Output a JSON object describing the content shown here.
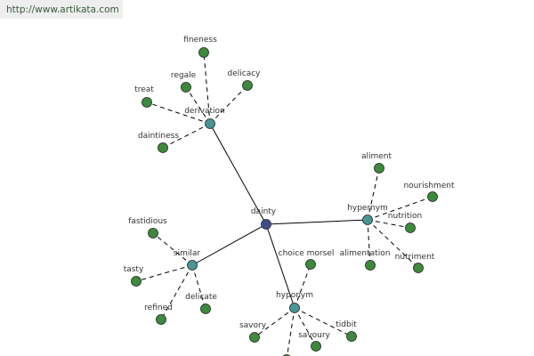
{
  "site_url": "http://www.artikata.com",
  "colors": {
    "center": "#3e4e8c",
    "hub": "#4a9696",
    "leaf": "#3d8a3d",
    "node_stroke": "#222222"
  },
  "nodes": {
    "dainty": {
      "label": "dainty",
      "kind": "center"
    },
    "derivation": {
      "label": "derivation",
      "kind": "hub"
    },
    "hypernym": {
      "label": "hypernym",
      "kind": "hub"
    },
    "similar": {
      "label": "similar",
      "kind": "hub"
    },
    "hyponym": {
      "label": "hyponym",
      "kind": "hub"
    },
    "fineness": {
      "label": "fineness",
      "kind": "leaf"
    },
    "regale": {
      "label": "regale",
      "kind": "leaf"
    },
    "delicacy": {
      "label": "delicacy",
      "kind": "leaf"
    },
    "treat": {
      "label": "treat",
      "kind": "leaf"
    },
    "daintiness": {
      "label": "daintiness",
      "kind": "leaf"
    },
    "aliment": {
      "label": "aliment",
      "kind": "leaf"
    },
    "nourishment": {
      "label": "nourishment",
      "kind": "leaf"
    },
    "nutrition": {
      "label": "nutrition",
      "kind": "leaf"
    },
    "alimentation": {
      "label": "alimentation",
      "kind": "leaf"
    },
    "nutriment": {
      "label": "nutriment",
      "kind": "leaf"
    },
    "fastidious": {
      "label": "fastidious",
      "kind": "leaf"
    },
    "tasty": {
      "label": "tasty",
      "kind": "leaf"
    },
    "refined": {
      "label": "refined",
      "kind": "leaf"
    },
    "delicate": {
      "label": "delicate",
      "kind": "leaf"
    },
    "choice_morsel": {
      "label": "choice morsel",
      "kind": "leaf"
    },
    "savory": {
      "label": "savory",
      "kind": "leaf"
    },
    "savoury": {
      "label": "savoury",
      "kind": "leaf"
    },
    "tidbit": {
      "label": "tidbit",
      "kind": "leaf"
    },
    "offscreen": {
      "label": "",
      "kind": "leaf"
    }
  },
  "edges": [
    {
      "from": "dainty",
      "to": "derivation",
      "style": "solid"
    },
    {
      "from": "dainty",
      "to": "hypernym",
      "style": "solid"
    },
    {
      "from": "dainty",
      "to": "similar",
      "style": "solid"
    },
    {
      "from": "dainty",
      "to": "hyponym",
      "style": "solid"
    },
    {
      "from": "derivation",
      "to": "fineness",
      "style": "dashed"
    },
    {
      "from": "derivation",
      "to": "regale",
      "style": "dashed"
    },
    {
      "from": "derivation",
      "to": "delicacy",
      "style": "dashed"
    },
    {
      "from": "derivation",
      "to": "treat",
      "style": "dashed"
    },
    {
      "from": "derivation",
      "to": "daintiness",
      "style": "dashed"
    },
    {
      "from": "hypernym",
      "to": "aliment",
      "style": "dashed"
    },
    {
      "from": "hypernym",
      "to": "nourishment",
      "style": "dashed"
    },
    {
      "from": "hypernym",
      "to": "nutrition",
      "style": "dashed"
    },
    {
      "from": "hypernym",
      "to": "alimentation",
      "style": "dashed"
    },
    {
      "from": "hypernym",
      "to": "nutriment",
      "style": "dashed"
    },
    {
      "from": "similar",
      "to": "fastidious",
      "style": "dashed"
    },
    {
      "from": "similar",
      "to": "tasty",
      "style": "dashed"
    },
    {
      "from": "similar",
      "to": "refined",
      "style": "dashed"
    },
    {
      "from": "similar",
      "to": "delicate",
      "style": "dashed"
    },
    {
      "from": "hyponym",
      "to": "choice_morsel",
      "style": "dashed"
    },
    {
      "from": "hyponym",
      "to": "savory",
      "style": "dashed"
    },
    {
      "from": "hyponym",
      "to": "savoury",
      "style": "dashed"
    },
    {
      "from": "hyponym",
      "to": "tidbit",
      "style": "dashed"
    },
    {
      "from": "hyponym",
      "to": "offscreen",
      "style": "dashed"
    }
  ]
}
